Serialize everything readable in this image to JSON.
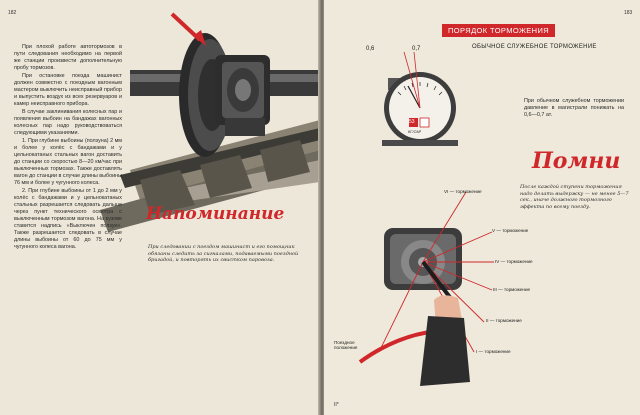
{
  "left_page": {
    "page_number": "182",
    "paragraphs": [
      "При плохой работе автотормозов в пути следования необходимо на первой же станции произвести дополнительную пробу тормозов.",
      "При остановке поезда машинист должен совместно с поездным вагонным мастером выключить неисправный прибор и выпустить воздух из всех резервуаров и камер неисправного прибора.",
      "В случае заклинивания колесных пар и появления выбоин на бандажах вагонных колесных пар надо руководствоваться следующими указаниями.",
      "1. При глубине выбоины (ползуна) 2 мм и более у колёс с бандажами и у цельнокатаных стальных вагон доставить до станции со скоростью 8—20 км/час при выключенных тормозах. Также доставлять вагон до станции в случае длины выбоины 76 мм и более у чугунного колеса.",
      "2. При глубине выбоины от 1 до 2 мм у колёс с бандажами и у цельнокатаных стальных разрешается следовать дальше через пункт технического осмотра с выключенным тормозом вагона. На кузове ставится надпись «Выключен ползун». Также разрешается следовать в случае длины выбоины от 60 до 75 мм у чугунного колеса вагона."
    ],
    "stamp": "Напоминание",
    "note": "При следовании с поездом машинист и его помощник обязаны следить за сигналами, подаваемыми поездной бригадой, и повторять их свистком паровоза."
  },
  "right_page": {
    "page_number": "183",
    "header": "ПОРЯДОК ТОРМОЖЕНИЯ",
    "subheader": "ОБЫЧНОЕ СЛУЖЕБНОЕ ТОРМОЖЕНИЕ",
    "gauge_marks": [
      "0,6",
      "0,7"
    ],
    "gauge_unit": "КГ/СМ²",
    "gauge_display": "53",
    "body": "При обычном служебном торможении давление в магистрали понижать на 0,6—0,7 ат.",
    "stamp": "Помни",
    "note": "После каждой ступени торможения надо делать выдержку — не менее 5—7 сек., иначе должного тормозного эффекта по всему поезду.",
    "positions": [
      "VI — торможение",
      "V — торможение",
      "IV — торможение",
      "III — торможение",
      "II — торможение",
      "I — торможение"
    ],
    "handle_position": "Поездное положение",
    "footer_mark": "II*"
  },
  "colors": {
    "accent": "#d0272b",
    "paper": "#ece7d8"
  }
}
